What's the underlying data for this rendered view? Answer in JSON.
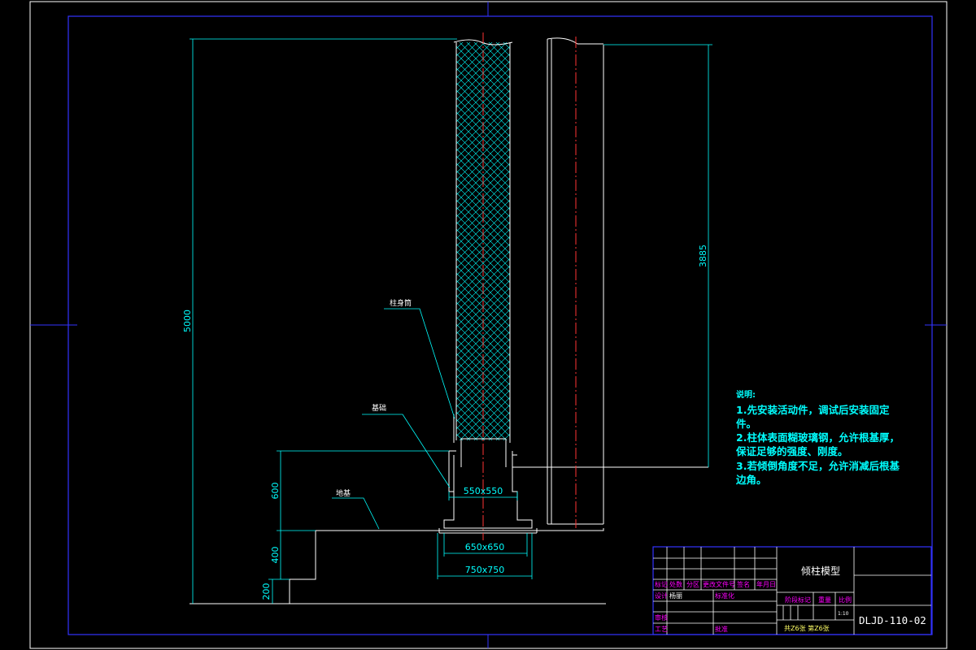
{
  "dimensions": {
    "total_height": "5000",
    "column_height": "3885",
    "base_height": "600",
    "step_height": "400",
    "bottom_step": "200",
    "dim_550": "550x550",
    "dim_650": "650x650",
    "dim_750": "750x750"
  },
  "labels": {
    "label_top": "柱身筒",
    "label_mid": "基础",
    "label_bottom": "地基"
  },
  "notes": {
    "heading": "说明:",
    "lines": [
      "1.先安装活动件，调试后安装固定",
      "件。",
      "2.柱体表面糊玻璃钢，允许根基厚，",
      "保证足够的强度、刚度。",
      "3.若倾倒角度不足，允许消减后根基",
      "边角。"
    ]
  },
  "title_block": {
    "drawing_title": "倾柱模型",
    "drawing_code": "DLJD-110-02",
    "hdr_mark": "标记",
    "hdr_qty": "处数",
    "hdr_zone": "分区",
    "hdr_docno": "更改文件号",
    "hdr_sign": "签名",
    "hdr_date": "年月日",
    "row_design": "设计",
    "designer": "杨丽",
    "row_std": "标准化",
    "row_stage": "阶段标记",
    "row_weight": "重量",
    "row_scale": "比例",
    "scale_value": "1:10",
    "row_review": "审核",
    "row_process": "工艺",
    "row_approve": "批准",
    "sheets": "共Z6张  第Z6张"
  }
}
